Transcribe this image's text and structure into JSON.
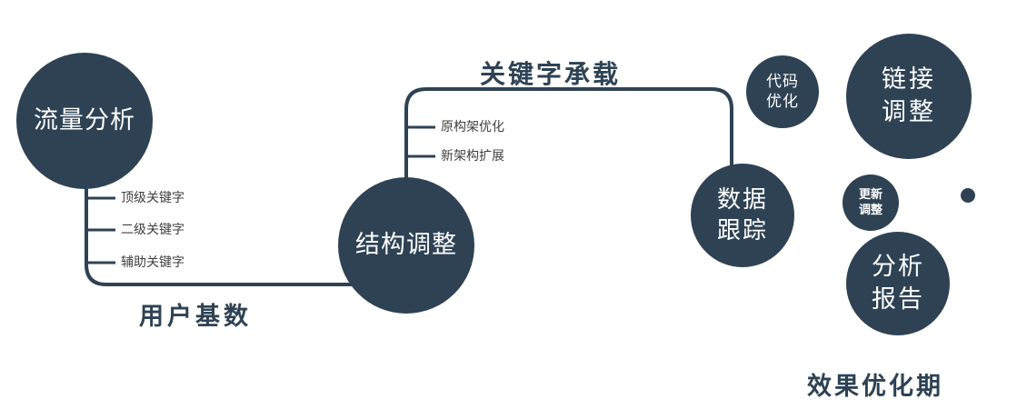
{
  "colors": {
    "node_fill": "#2e4254",
    "node_text": "#ffffff",
    "connector_line": "#2e4254",
    "tick_label_text": "#3f3f3f",
    "edge_label_text": "#2e4254",
    "background": "#ffffff"
  },
  "nodes": {
    "traffic_analysis": {
      "label": "流量分析"
    },
    "structure_adjustment": {
      "label": "结构调整"
    },
    "data_tracking": {
      "line1": "数据",
      "line2": "跟踪"
    },
    "code_optimization": {
      "line1": "代码",
      "line2": "优化"
    },
    "link_adjustment": {
      "line1": "链接",
      "line2": "调整"
    },
    "update_adjustment": {
      "line1": "更新",
      "line2": "调整"
    },
    "analysis_report": {
      "line1": "分析",
      "line2": "报告"
    }
  },
  "edge_labels": {
    "user_base": "用户基数",
    "keyword_carrying": "关键字承载"
  },
  "tick_labels": {
    "traffic_branch": [
      "顶级关键字",
      "二级关键字",
      "辅助关键字"
    ],
    "structure_branch": [
      "原构架优化",
      "新架构扩展"
    ]
  },
  "caption": "效果优化期"
}
